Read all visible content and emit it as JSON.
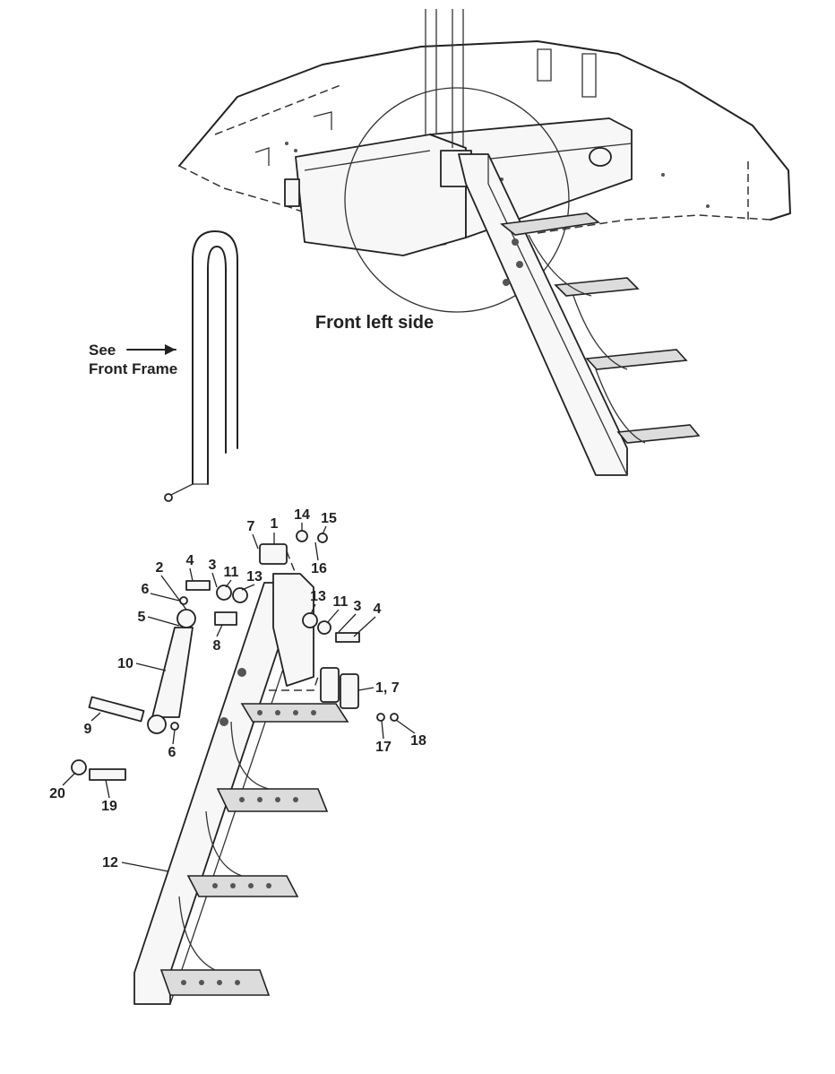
{
  "views": {
    "detail_caption": "Front left side",
    "see_reference": {
      "line1": "See",
      "line2": "Front Frame"
    }
  },
  "callouts": [
    "1",
    "2",
    "3",
    "4",
    "5",
    "6",
    "7",
    "8",
    "9",
    "10",
    "11",
    "12",
    "13",
    "14",
    "15",
    "16",
    "17",
    "18",
    "19",
    "20"
  ],
  "duplicate_callouts": [
    "4",
    "3",
    "11",
    "13",
    "6",
    "1, 7"
  ]
}
